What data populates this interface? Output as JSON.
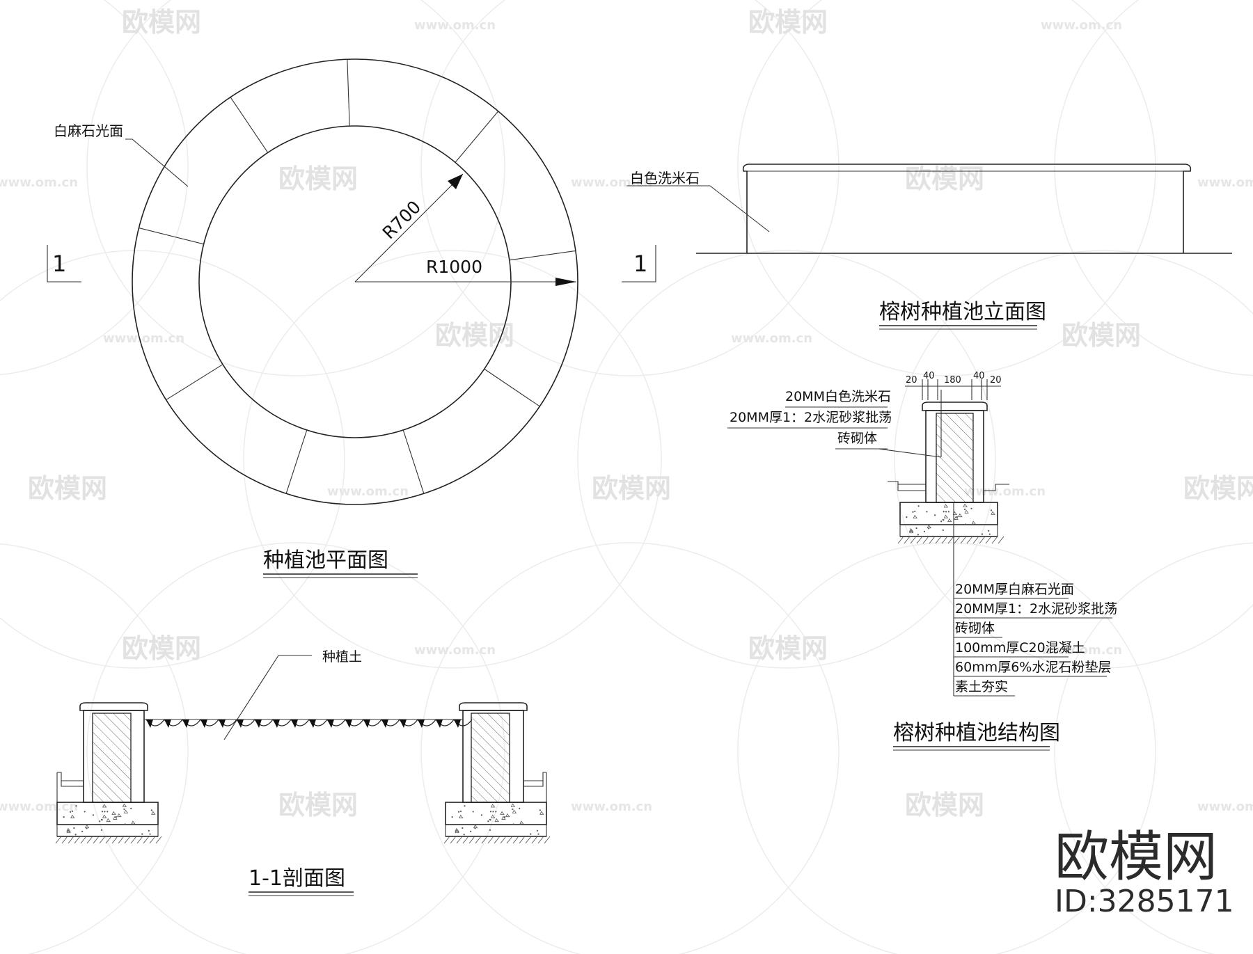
{
  "plan": {
    "title": "种植池平面图",
    "label_material": "白麻石光面",
    "dim_inner": "R700",
    "dim_outer": "R1000",
    "section_mark": "1"
  },
  "elevation": {
    "title": "榕树种植池立面图",
    "label_material": "白色洗米石"
  },
  "structure": {
    "title": "榕树种植池结构图",
    "top_dims": [
      "20",
      "40",
      "180",
      "40",
      "20"
    ],
    "upper_notes": [
      "20MM白色洗米石",
      "20MM厚1：2水泥砂浆批荡",
      "砖砌体"
    ],
    "lower_notes": [
      "20MM厚白麻石光面",
      "20MM厚1：2水泥砂浆批荡",
      "砖砌体",
      "100mm厚C20混凝土",
      "60mm厚6%水泥石粉垫层",
      "素土夯实"
    ]
  },
  "section": {
    "title": "1-1剖面图",
    "label_soil": "种植土"
  },
  "watermark": {
    "brand": "欧模网",
    "url": "www.om.cn",
    "id": "ID:3285171"
  },
  "colors": {
    "line": "#222222",
    "watermark": "#e2e2e2",
    "background": "#ffffff"
  }
}
